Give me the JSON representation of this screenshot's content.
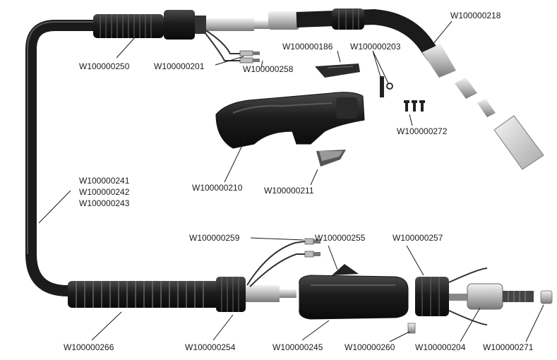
{
  "parts": {
    "p250": "W100000250",
    "p201": "W100000201",
    "p258": "W100000258",
    "p186": "W100000186",
    "p203": "W100000203",
    "p218": "W100000218",
    "p272": "W100000272",
    "p210": "W100000210",
    "p211": "W100000211",
    "p241": "W100000241",
    "p242": "W100000242",
    "p243": "W100000243",
    "p259": "W100000259",
    "p255": "W100000255",
    "p257": "W100000257",
    "p266": "W100000266",
    "p254": "W100000254",
    "p245": "W100000245",
    "p260": "W100000260",
    "p204": "W100000204",
    "p271": "W100000271"
  }
}
